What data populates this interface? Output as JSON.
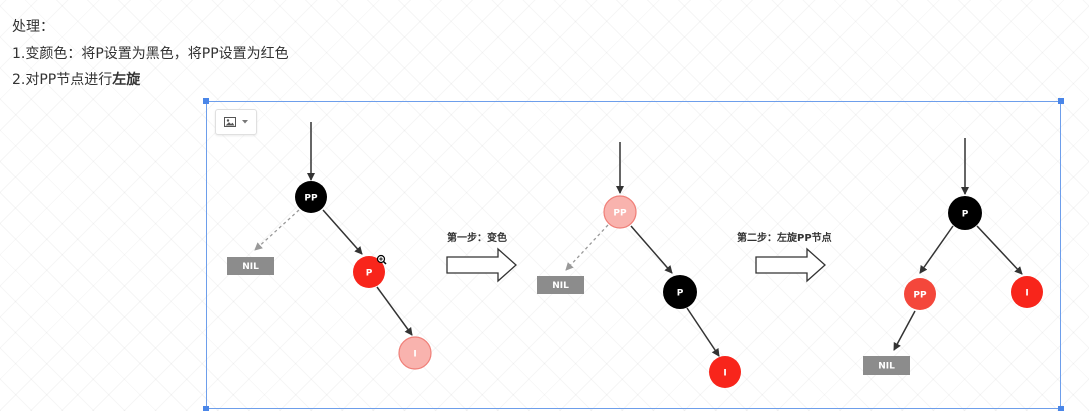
{
  "text": {
    "line1": "处理：",
    "line2": "1.变颜色：将P设置为黑色，将PP设置为红色",
    "line3_prefix": "2.对PP节点进行",
    "line3_bold": "左旋"
  },
  "toolbar": {
    "image_icon": "image-icon",
    "dropdown_icon": "chevron-down-icon"
  },
  "diagram": {
    "tree1": {
      "pp": "PP",
      "p": "P",
      "i": "I",
      "nil": "NIL"
    },
    "step1_label": "第一步：变色",
    "tree2": {
      "pp": "PP",
      "p": "P",
      "i": "I",
      "nil": "NIL"
    },
    "step2_label": "第二步：左旋PP节点",
    "tree3": {
      "p": "P",
      "pp": "PP",
      "i": "I",
      "nil": "NIL"
    }
  },
  "colors": {
    "black_node": "#000000",
    "red_node": "#f8251b",
    "pink_node": "#f9b3ae",
    "nil_box": "#8c8c8c",
    "selection_border": "#6d9eeb",
    "text": "#333333"
  },
  "cursor_icon": "zoom-in-icon"
}
